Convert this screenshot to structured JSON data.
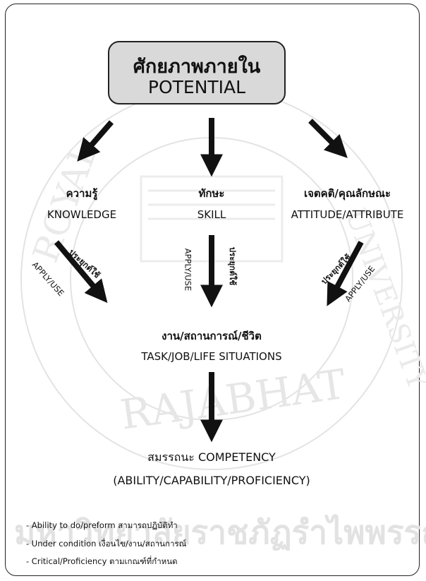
{
  "top": {
    "thai": "ศักยภาพภายใน",
    "en": "POTENTIAL"
  },
  "knowledge": {
    "thai": "ความรู้",
    "en": "KNOWLEDGE"
  },
  "skill": {
    "thai": "ทักษะ",
    "en": "SKILL"
  },
  "attitude": {
    "thai": "เจตคติ/คุณลักษณะ",
    "en": "ATTITUDE/ATTRIBUTE"
  },
  "apply": {
    "thai": "ประยุกต์ใช้",
    "en": "APPLY/USE"
  },
  "situation": {
    "thai": "งาน/สถานการณ์/ชีวิต",
    "en": "TASK/JOB/LIFE SITUATIONS"
  },
  "competency": {
    "title": "สมรรถนะ COMPETENCY",
    "subtitle": "(ABILITY/CAPABILITY/PROFICIENCY)"
  },
  "notes": [
    "- Ability to do/preform สามารถปฏิบัติทำ",
    "- Under condition เงื่อนไข/งาน/สถานการณ์",
    "- Critical/Proficiency ตามเกณฑ์ที่กำหนด"
  ],
  "watermark": {
    "top_text": "ROYAL",
    "mid_text": "RAJABHAT",
    "right_text": "UNIVERSITY",
    "bottom_text": "มหาวิทยาลัยราชภัฏรำไพพรรณี"
  }
}
